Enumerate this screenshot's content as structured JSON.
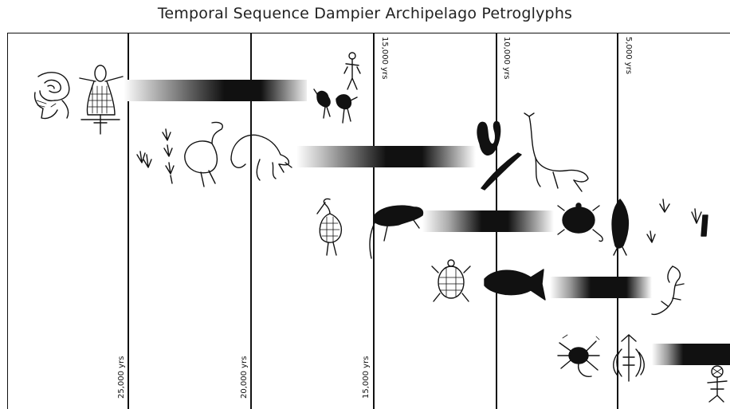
{
  "title": "Temporal Sequence Dampier Archipelago Petroglyphs",
  "time_markers": {
    "bottom": [
      "25,000 yrs",
      "20,000 yrs",
      "15,000 yrs"
    ],
    "top": [
      "15,000 yrs",
      "10,000 yrs",
      "5,000 yrs"
    ]
  },
  "rows": [
    {
      "figures": [
        "archaic-face",
        "robed-anthropomorph"
      ],
      "after_bar": [
        "stick-figure-anthropomorph",
        "birds"
      ]
    },
    {
      "figures": [
        "bird-tracks",
        "emu",
        "kangaroo"
      ],
      "after_bar": [
        "snake",
        "lizard",
        "kangaroo-large"
      ]
    },
    {
      "figures": [
        "ibis",
        "emu-running"
      ],
      "after_bar": [
        "turtle",
        "fish",
        "tracks"
      ]
    },
    {
      "figures": [
        "sea-turtle",
        "fish-large"
      ],
      "after_bar": [
        "crocodile"
      ]
    },
    {
      "figures": [
        "crab",
        "geometric-motif"
      ],
      "after_bar": [
        "figure-partial"
      ]
    }
  ],
  "colors": {
    "ink": "#111111",
    "bar_dark": "#111111",
    "bar_light": "#ffffff"
  }
}
